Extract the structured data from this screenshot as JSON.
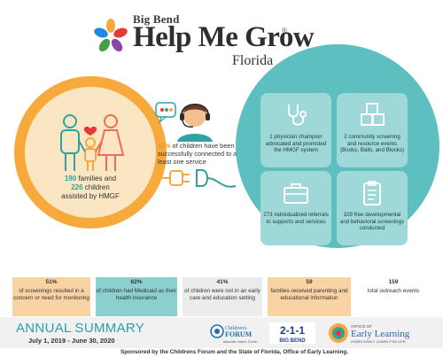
{
  "header": {
    "brand_top": "Big Bend",
    "brand_main": "Help Me Grow",
    "brand_reg": "®",
    "brand_sub": "Florida"
  },
  "family": {
    "families_count": "190",
    "families_label": " families and",
    "children_count": "226",
    "children_label": " children",
    "assisted_label": "assisted by HMGF"
  },
  "connected": {
    "percent": "42%",
    "text": " of children have been successfully connected to at least one service"
  },
  "cards": [
    {
      "icon": "stethoscope-icon",
      "text": "1 physician champion advocated and promoted the HMGF system"
    },
    {
      "icon": "blocks-icon",
      "text": "2 community screening and resource events (Books, Balls, and Blocks)"
    },
    {
      "icon": "briefcase-icon",
      "text": "273 individualized referrals to supports and services"
    },
    {
      "icon": "clipboard-icon",
      "text": "329 free developmental and behavioral screenings conducted"
    }
  ],
  "stats": [
    {
      "value": "51%",
      "text": "of screenings resulted in a concern or need for monitoring",
      "color": "#f9d3a4"
    },
    {
      "value": "62%",
      "text": "of children had Medicaid as their health insurance",
      "color": "#8ccfcf"
    },
    {
      "value": "41%",
      "text": "of children were not in an early care and education setting",
      "color": "#ececec"
    },
    {
      "value": "59",
      "text": "families received parenting and educational information",
      "color": "#f9d3a4"
    },
    {
      "value": "159",
      "text": "total outreach events",
      "color": "#ffffff"
    }
  ],
  "footer": {
    "title": "ANNUAL SUMMARY",
    "dates": "July 1, 2019 - June 30, 2020",
    "sponsor": "Sponsored by the Childrens Forum and the State of Florida, Office of Early Learning.",
    "forum_logo_text": "Children's FORUM",
    "forum_logo_sub": "Advocate. Inform. Enrich.",
    "logo_211_num": "2-1-1",
    "logo_211_sub": "BIG BEND",
    "early_office": "OFFICE OF",
    "early_title": "Early Learning",
    "early_tagline": "LEARN EARLY. LEARN FOR LIFE."
  },
  "colors": {
    "orange": "#f7a93b",
    "teal": "#5dbfbf",
    "teal_text": "#2aa0a7"
  }
}
